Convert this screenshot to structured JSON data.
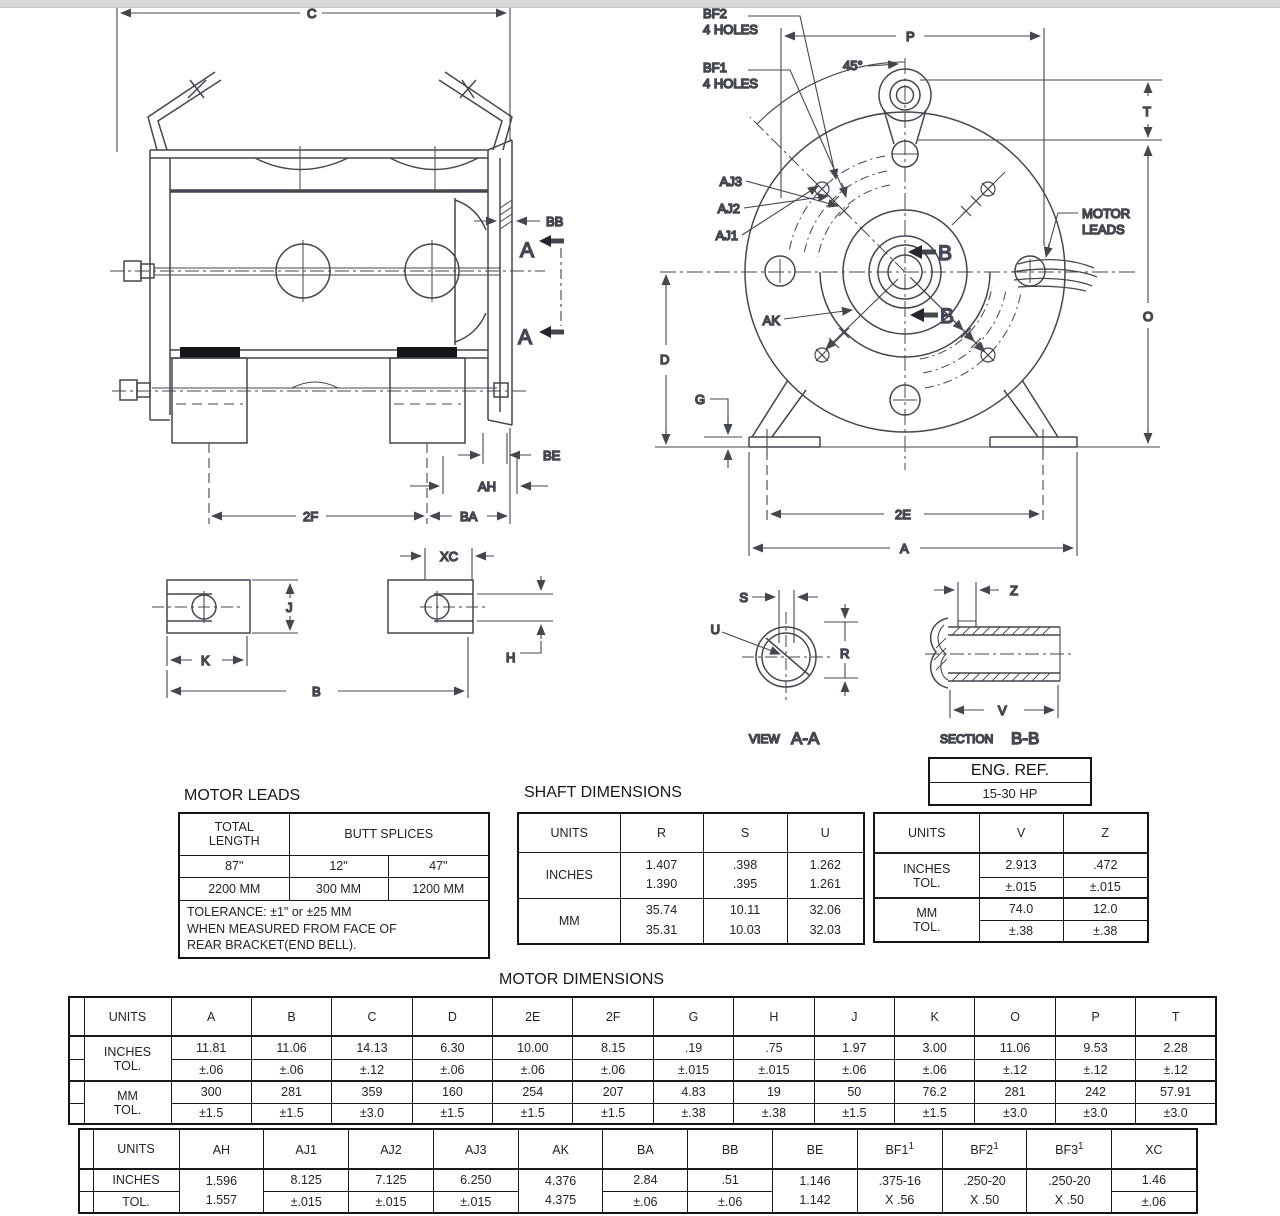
{
  "drawing": {
    "side": {
      "c": "C",
      "bb": "BB",
      "section_a": "A",
      "be": "BE",
      "ah": "AH",
      "f2": "2F",
      "ba": "BA"
    },
    "keyway": {
      "xc": "XC",
      "j": "J",
      "k": "K",
      "h": "H",
      "b": "B"
    },
    "end": {
      "bf2": "BF2",
      "bf2_holes": "4 HOLES",
      "bf1": "BF1",
      "bf1_holes": "4 HOLES",
      "angle": "45°",
      "p": "P",
      "t": "T",
      "o": "O",
      "d": "D",
      "g": "G",
      "e2": "2E",
      "a": "A",
      "aj3": "AJ3",
      "aj2": "AJ2",
      "aj1": "AJ1",
      "ak": "AK",
      "section_b": "B",
      "motor": "MOTOR",
      "leads": "LEADS"
    },
    "view_aa": {
      "s": "S",
      "u": "U",
      "r": "R",
      "cap": "VIEW",
      "cap_big": "A-A"
    },
    "section_bb": {
      "z": "Z",
      "v": "V",
      "cap": "SECTION",
      "cap_big": "B-B"
    }
  },
  "eng_ref": {
    "title": "ENG. REF.",
    "value": "15-30 HP"
  },
  "motor_leads": {
    "title": "MOTOR LEADS",
    "col1a": "TOTAL",
    "col1b": "LENGTH",
    "col2": "BUTT SPLICES",
    "row_in": [
      "87\"",
      "12\"",
      "47\""
    ],
    "row_mm": [
      "2200 MM",
      "300 MM",
      "1200 MM"
    ],
    "note1": "TOLERANCE:  ±1\" or  ±25 MM",
    "note2": "WHEN MEASURED FROM FACE OF",
    "note3": "REAR BRACKET(END BELL)."
  },
  "shaft_dims": {
    "title": "SHAFT DIMENSIONS",
    "headers": [
      "UNITS",
      "R",
      "S",
      "U"
    ],
    "inches_label": "INCHES",
    "mm_label": "MM",
    "inches": [
      [
        "1.407",
        "1.390"
      ],
      [
        ".398",
        ".395"
      ],
      [
        "1.262",
        "1.261"
      ]
    ],
    "mm": [
      [
        "35.74",
        "35.31"
      ],
      [
        "10.11",
        "10.03"
      ],
      [
        "32.06",
        "32.03"
      ]
    ]
  },
  "vz_table": {
    "headers": [
      "UNITS",
      "V",
      "Z"
    ],
    "inches_label": "INCHES",
    "mm_label": "MM",
    "tol_label": "TOL.",
    "inches": [
      "2.913",
      ".472"
    ],
    "tol_in": [
      "±.015",
      "±.015"
    ],
    "mm": [
      "74.0",
      "12.0"
    ],
    "tol_mm": [
      "±.38",
      "±.38"
    ]
  },
  "motor_dims": {
    "title": "MOTOR DIMENSIONS",
    "headers": [
      "UNITS",
      "A",
      "B",
      "C",
      "D",
      "2E",
      "2F",
      "G",
      "H",
      "J",
      "K",
      "O",
      "P",
      "T"
    ],
    "inches_label": "INCHES",
    "mm_label": "MM",
    "tol_label": "TOL.",
    "inches": [
      "11.81",
      "11.06",
      "14.13",
      "6.30",
      "10.00",
      "8.15",
      ".19",
      ".75",
      "1.97",
      "3.00",
      "11.06",
      "9.53",
      "2.28"
    ],
    "tol_in": [
      "±.06",
      "±.06",
      "±.12",
      "±.06",
      "±.06",
      "±.06",
      "±.015",
      "±.015",
      "±.06",
      "±.06",
      "±.12",
      "±.12",
      "±.12"
    ],
    "mm": [
      "300",
      "281",
      "359",
      "160",
      "254",
      "207",
      "4.83",
      "19",
      "50",
      "76.2",
      "281",
      "242",
      "57.91"
    ],
    "tol_mm": [
      "±1.5",
      "±1.5",
      "±3.0",
      "±1.5",
      "±1.5",
      "±1.5",
      "±.38",
      "±.38",
      "±1.5",
      "±1.5",
      "±3.0",
      "±3.0",
      "±3.0"
    ]
  },
  "frame_dims": {
    "units_label": "UNITS",
    "inches_label": "INCHES",
    "tol_label": "TOL.",
    "headers": [
      {
        "label": "AH"
      },
      {
        "label": "AJ1"
      },
      {
        "label": "AJ2"
      },
      {
        "label": "AJ3"
      },
      {
        "label": "AK"
      },
      {
        "label": "BA"
      },
      {
        "label": "BB"
      },
      {
        "label": "BE"
      },
      {
        "label": "BF1",
        "sup": "1"
      },
      {
        "label": "BF2",
        "sup": "1"
      },
      {
        "label": "BF3",
        "sup": "1"
      },
      {
        "label": "XC"
      }
    ],
    "inches": [
      "1.596",
      "8.125",
      "7.125",
      "6.250",
      "4.376",
      "2.84",
      ".51",
      "1.146",
      ".375-16",
      ".250-20",
      ".250-20",
      "1.46"
    ],
    "tol": [
      "1.557",
      "±.015",
      "±.015",
      "±.015",
      "4.375",
      "±.06",
      "±.06",
      "1.142",
      "X .56",
      "X .50",
      "X .50",
      "±.06"
    ]
  }
}
